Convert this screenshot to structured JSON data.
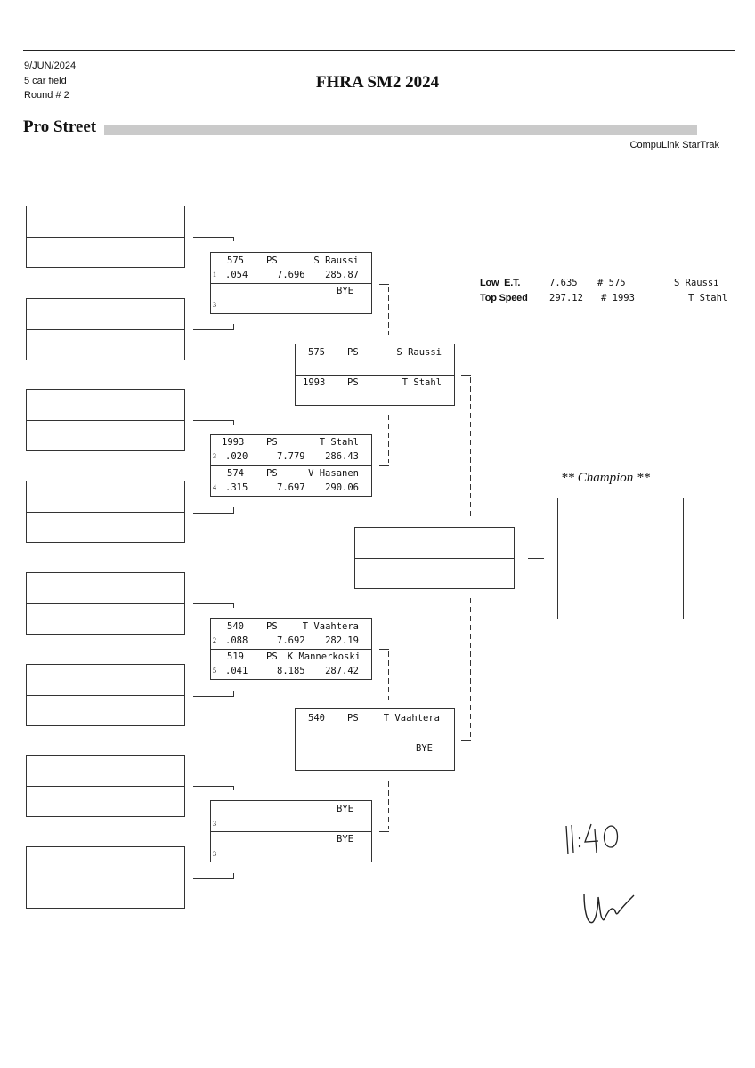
{
  "header": {
    "date": "9/JUN/2024",
    "field": "5 car field",
    "round": "Round # 2",
    "title": "FHRA SM2 2024",
    "class_name": "Pro Street",
    "software": "CompuLink StarTrak"
  },
  "stats": {
    "low_et": {
      "label": "Low  E.T.",
      "value": "7.635",
      "car": "# 575",
      "driver": "S Raussi"
    },
    "top_speed": {
      "label": "Top Speed",
      "value": "297.12",
      "car": "# 1993",
      "driver": "T Stahl"
    }
  },
  "round1": [
    {
      "car": "575",
      "cls": "PS",
      "driver": "S Raussi",
      "lane": "1",
      "rt": ".054",
      "et": "7.696",
      "mph": "285.87"
    },
    {
      "driver": "BYE",
      "lane": "3"
    },
    {
      "car": "1993",
      "cls": "PS",
      "driver": "T Stahl",
      "lane": "3",
      "rt": ".020",
      "et": "7.779",
      "mph": "286.43"
    },
    {
      "car": "574",
      "cls": "PS",
      "driver": "V Hasanen",
      "lane": "4",
      "rt": ".315",
      "et": "7.697",
      "mph": "290.06"
    },
    {
      "car": "540",
      "cls": "PS",
      "driver": "T Vaahtera",
      "lane": "2",
      "rt": ".088",
      "et": "7.692",
      "mph": "282.19"
    },
    {
      "car": "519",
      "cls": "PS",
      "driver": "K Mannerkoski",
      "lane": "5",
      "rt": ".041",
      "et": "8.185",
      "mph": "287.42"
    },
    {
      "driver": "BYE",
      "lane": "3"
    },
    {
      "driver": "BYE",
      "lane": "3"
    }
  ],
  "round2": [
    {
      "car": "575",
      "cls": "PS",
      "driver": "S Raussi"
    },
    {
      "car": "1993",
      "cls": "PS",
      "driver": "T Stahl"
    },
    {
      "car": "540",
      "cls": "PS",
      "driver": "T Vaahtera"
    },
    {
      "driver": "BYE"
    }
  ],
  "champion_label": "** Champion **",
  "handwriting": {
    "time": "11:40",
    "initials": "Uw"
  }
}
